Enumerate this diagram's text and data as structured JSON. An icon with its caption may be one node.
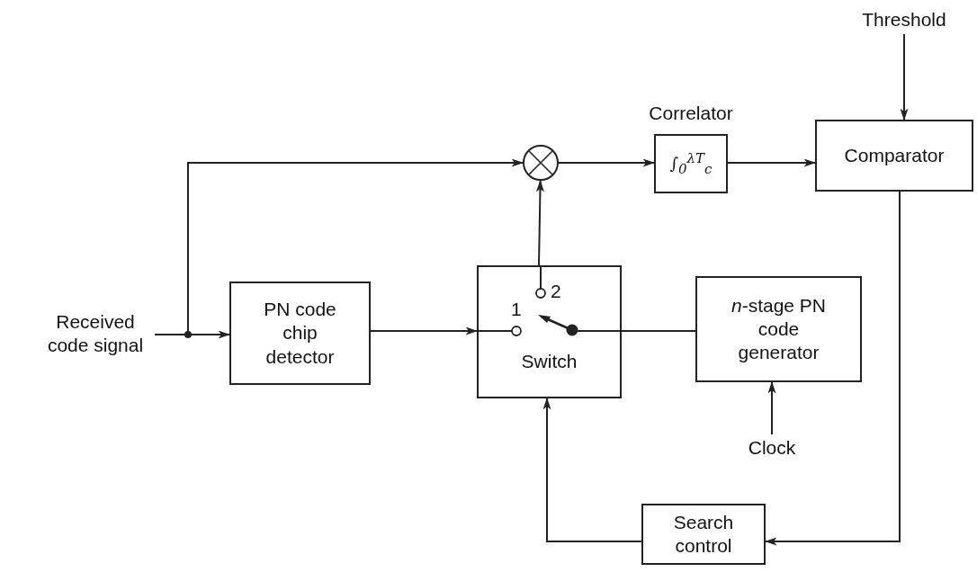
{
  "diagram": {
    "nodes": [
      {
        "text": [
          "Received code signal"
        ]
      },
      {
        "text": [
          "PN code chip detector"
        ]
      },
      {
        "text": [],
        "shape": "circle"
      },
      {
        "text": [
          "Correlator",
          "∫$_{0}$$^{λT}$$_{c}$"
        ]
      },
      {
        "text": [
          "Comparator"
        ]
      },
      {
        "text": [
          "Threshold"
        ]
      },
      {
        "text": [
          "2",
          "1",
          "Switch"
        ]
      },
      {
        "text": [
          "*n*-stage PN code generator"
        ]
      },
      {
        "text": [
          "Clock"
        ]
      },
      {
        "text": [
          "Search control"
        ]
      }
    ],
    "edges": [
      {
        "from": 0,
        "to": 1,
        "arrow": "to"
      },
      {
        "from": 0,
        "to": 2,
        "arrow": "to"
      },
      {
        "from": 1,
        "to": 6,
        "arrow": "to"
      },
      {
        "from": 6,
        "to": 2,
        "arrow": "to"
      },
      {
        "from": 2,
        "to": 3,
        "arrow": "to"
      },
      {
        "from": 3,
        "to": 4,
        "arrow": "to"
      },
      {
        "from": 5,
        "to": 4,
        "arrow": "to"
      },
      {
        "from": 7,
        "to": 6,
        "arrow": "none"
      },
      {
        "from": 8,
        "to": 7,
        "arrow": "to"
      },
      {
        "from": 4,
        "to": 9,
        "arrow": "to"
      },
      {
        "from": 9,
        "to": 6,
        "arrow": "to"
      }
    ]
  }
}
